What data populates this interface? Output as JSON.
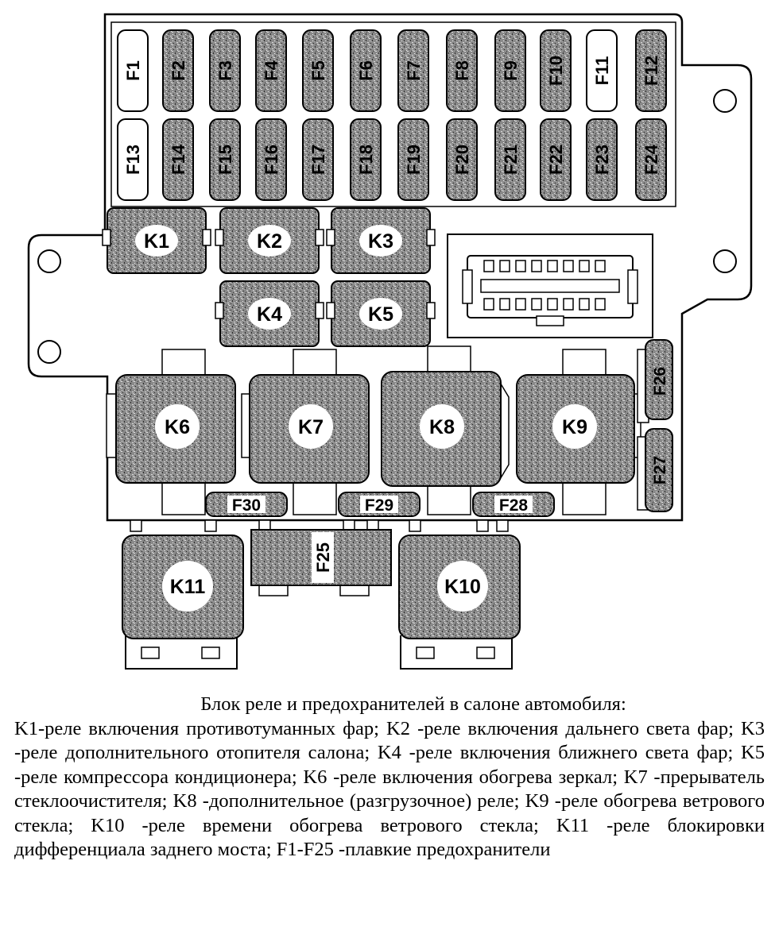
{
  "fuses_top": [
    "F1",
    "F2",
    "F3",
    "F4",
    "F5",
    "F6",
    "F7",
    "F8",
    "F9",
    "F10",
    "F11",
    "F12"
  ],
  "fuses_bottom": [
    "F13",
    "F14",
    "F15",
    "F16",
    "F17",
    "F18",
    "F19",
    "F20",
    "F21",
    "F22",
    "F23",
    "F24"
  ],
  "fuses_extra": {
    "f25": "F25",
    "f26": "F26",
    "f27": "F27",
    "f28": "F28",
    "f29": "F29",
    "f30": "F30"
  },
  "relays": {
    "k1": "K1",
    "k2": "K2",
    "k3": "K3",
    "k4": "K4",
    "k5": "K5",
    "k6": "K6",
    "k7": "K7",
    "k8": "K8",
    "k9": "K9",
    "k10": "K10",
    "k11": "K11"
  },
  "caption": {
    "title": "Блок реле и предохранителей в салоне автомобиля:",
    "body": "K1-реле включения противотуманных фар; K2 -реле включения дальнего света фар; K3 -реле дополнительного отопителя салона; K4 -реле включения ближнего света фар; K5 -реле компрессора кондиционера; K6 -реле включения обогрева зеркал; K7 -прерыватель стеклоочистителя; K8 -дополнительное (разгрузочное) реле; K9 -реле обогрева ветрового стекла; K10 -реле времени обогрева ветрового стекла; K11 -реле блокировки дифференциала заднего моста; F1-F25 -плавкие предохранители"
  }
}
